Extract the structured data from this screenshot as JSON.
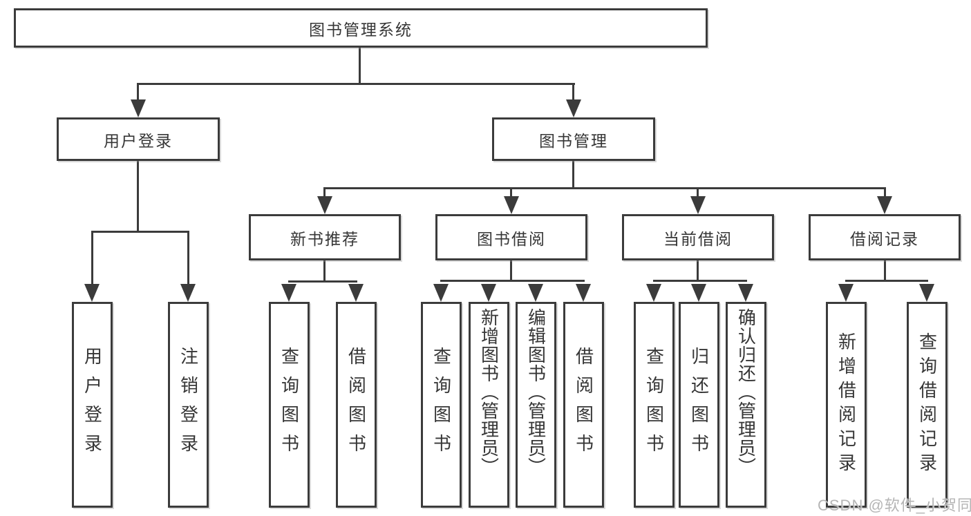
{
  "diagram": {
    "title": "图书管理系统",
    "colors": {
      "line": "#3b3b3b",
      "text": "#363636",
      "watermark": "#b5b5b5",
      "background": "#ffffff"
    },
    "root": {
      "label": "图书管理系统"
    },
    "level2": [
      {
        "id": "user-login",
        "label": "用户登录"
      },
      {
        "id": "book-management",
        "label": "图书管理"
      }
    ],
    "level3": [
      {
        "id": "new-book-recommend",
        "label": "新书推荐",
        "parent": "图书管理"
      },
      {
        "id": "book-borrowing",
        "label": "图书借阅",
        "parent": "图书管理"
      },
      {
        "id": "current-borrowing",
        "label": "当前借阅",
        "parent": "图书管理"
      },
      {
        "id": "borrow-records",
        "label": "借阅记录",
        "parent": "图书管理"
      }
    ],
    "leaves": {
      "user_login": [
        {
          "label": "用户登录"
        },
        {
          "label": "注销登录"
        }
      ],
      "new_books": [
        {
          "label": "查询图书"
        },
        {
          "label": "借阅图书"
        }
      ],
      "book_borrowing": [
        {
          "label": "查询图书"
        },
        {
          "label": "新增图书（管理员）"
        },
        {
          "label": "编辑图书（管理员）"
        },
        {
          "label": "借阅图书"
        }
      ],
      "current_borrowing": [
        {
          "label": "查询图书"
        },
        {
          "label": "归还图书"
        },
        {
          "label": "确认归还（管理员）"
        }
      ],
      "borrow_records": [
        {
          "label": "新增借阅记录"
        },
        {
          "label": "查询借阅记录"
        }
      ]
    },
    "watermark": "CSDN @软件_小贺同学"
  }
}
